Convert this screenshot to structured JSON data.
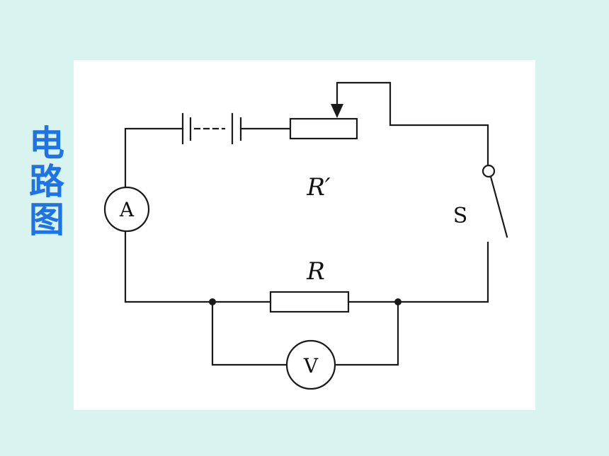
{
  "title_chars": [
    "电",
    "路",
    "图"
  ],
  "labels": {
    "ammeter": "A",
    "voltmeter": "V",
    "rheostat": "R′",
    "resistor": "R",
    "switch": "S"
  },
  "colors": {
    "background": "#d9f3ee",
    "title": "#1e73e6",
    "panel": "#ffffff",
    "ink": "#1a1a1a"
  }
}
